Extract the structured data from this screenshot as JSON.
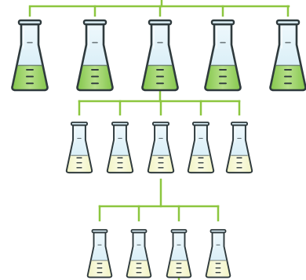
{
  "colors": {
    "connector": "#8cc63f",
    "outline": "#2f3a3d",
    "glass_top": "#eef8fc",
    "glass_bottom": "#cfeaf5",
    "rim": "#dff2fa",
    "liquid_dark": "#7cc242",
    "liquid_dark_light": "#b7e08a",
    "liquid_pale": "#f0f2bf",
    "liquid_pale_light": "#fafbe3"
  },
  "rows": [
    {
      "name": "row-1-flasks",
      "flask_count": 5,
      "liquid": "dark-green"
    },
    {
      "name": "row-2-flasks",
      "flask_count": 5,
      "liquid": "pale-yellow"
    },
    {
      "name": "row-3-flasks",
      "flask_count": 4,
      "liquid": "pale-yellow"
    }
  ]
}
